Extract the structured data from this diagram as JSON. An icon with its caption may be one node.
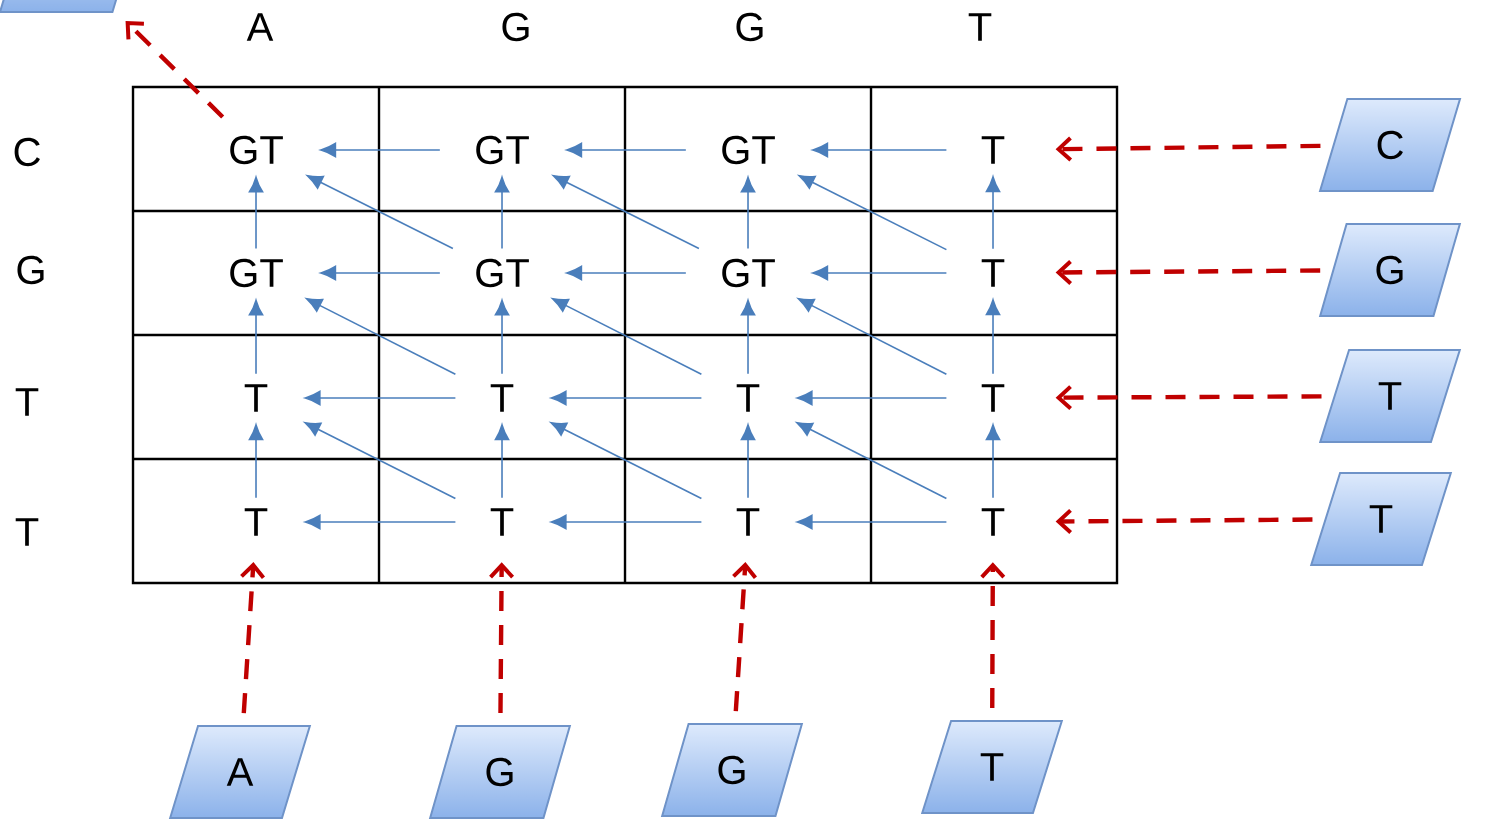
{
  "diagram": {
    "nodes": [
      {
        "text": [],
        "shape": "parallelogram"
      },
      {
        "text": [
          "C"
        ]
      },
      {
        "text": [
          "G"
        ]
      },
      {
        "text": [
          "T"
        ]
      },
      {
        "text": [
          "T"
        ]
      },
      {
        "text": [
          "A"
        ]
      },
      {
        "text": [
          "G"
        ]
      },
      {
        "text": [
          "G"
        ]
      },
      {
        "text": [
          "T"
        ]
      },
      {
        "text": [
          "GT"
        ]
      },
      {
        "text": [
          "GT"
        ]
      },
      {
        "text": [
          "GT"
        ]
      },
      {
        "text": [
          "T"
        ]
      },
      {
        "text": [
          "GT"
        ]
      },
      {
        "text": [
          "GT"
        ]
      },
      {
        "text": [
          "GT"
        ]
      },
      {
        "text": [
          "T"
        ]
      },
      {
        "text": [
          "T"
        ]
      },
      {
        "text": [
          "T"
        ]
      },
      {
        "text": [
          "T"
        ]
      },
      {
        "text": [
          "T"
        ]
      },
      {
        "text": [
          "T"
        ]
      },
      {
        "text": [
          "T"
        ]
      },
      {
        "text": [
          "T"
        ]
      },
      {
        "text": [
          "T"
        ]
      }
    ],
    "edges": [
      {
        "from": 9,
        "to": 0,
        "arrow": "to",
        "style": "dashed",
        "color": "#c00000"
      },
      {
        "from": 1,
        "to": 12,
        "arrow": "to",
        "style": "dashed",
        "color": "#c00000"
      },
      {
        "from": 2,
        "to": 16,
        "arrow": "to",
        "style": "dashed",
        "color": "#c00000"
      },
      {
        "from": 3,
        "to": 20,
        "arrow": "to",
        "style": "dashed",
        "color": "#c00000"
      },
      {
        "from": 4,
        "to": 24,
        "arrow": "to",
        "style": "dashed",
        "color": "#c00000"
      },
      {
        "from": 5,
        "to": 21,
        "arrow": "to",
        "style": "dashed",
        "color": "#c00000"
      },
      {
        "from": 6,
        "to": 22,
        "arrow": "to",
        "style": "dashed",
        "color": "#c00000"
      },
      {
        "from": 7,
        "to": 23,
        "arrow": "to",
        "style": "dashed",
        "color": "#c00000"
      },
      {
        "from": 8,
        "to": 24,
        "arrow": "to",
        "style": "dashed",
        "color": "#c00000"
      },
      {
        "from": 10,
        "to": 9,
        "arrow": "to"
      },
      {
        "from": 11,
        "to": 10,
        "arrow": "to"
      },
      {
        "from": 12,
        "to": 11,
        "arrow": "to"
      },
      {
        "from": 14,
        "to": 13,
        "arrow": "to"
      },
      {
        "from": 15,
        "to": 14,
        "arrow": "to"
      },
      {
        "from": 16,
        "to": 15,
        "arrow": "to"
      },
      {
        "from": 18,
        "to": 17,
        "arrow": "to"
      },
      {
        "from": 19,
        "to": 18,
        "arrow": "to"
      },
      {
        "from": 20,
        "to": 19,
        "arrow": "to"
      },
      {
        "from": 22,
        "to": 21,
        "arrow": "to"
      },
      {
        "from": 23,
        "to": 22,
        "arrow": "to"
      },
      {
        "from": 24,
        "to": 23,
        "arrow": "to"
      },
      {
        "from": 13,
        "to": 9,
        "arrow": "to"
      },
      {
        "from": 14,
        "to": 10,
        "arrow": "to"
      },
      {
        "from": 15,
        "to": 11,
        "arrow": "to"
      },
      {
        "from": 16,
        "to": 12,
        "arrow": "to"
      },
      {
        "from": 17,
        "to": 13,
        "arrow": "to"
      },
      {
        "from": 18,
        "to": 14,
        "arrow": "to"
      },
      {
        "from": 19,
        "to": 15,
        "arrow": "to"
      },
      {
        "from": 20,
        "to": 16,
        "arrow": "to"
      },
      {
        "from": 21,
        "to": 17,
        "arrow": "to"
      },
      {
        "from": 22,
        "to": 18,
        "arrow": "to"
      },
      {
        "from": 23,
        "to": 19,
        "arrow": "to"
      },
      {
        "from": 24,
        "to": 20,
        "arrow": "to"
      },
      {
        "from": 14,
        "to": 9,
        "arrow": "to"
      },
      {
        "from": 15,
        "to": 10,
        "arrow": "to"
      },
      {
        "from": 16,
        "to": 11,
        "arrow": "to"
      },
      {
        "from": 18,
        "to": 13,
        "arrow": "to"
      },
      {
        "from": 19,
        "to": 14,
        "arrow": "to"
      },
      {
        "from": 20,
        "to": 15,
        "arrow": "to"
      },
      {
        "from": 22,
        "to": 17,
        "arrow": "to"
      },
      {
        "from": 23,
        "to": 18,
        "arrow": "to"
      },
      {
        "from": 24,
        "to": 19,
        "arrow": "to"
      }
    ],
    "labels": [
      "A",
      "G",
      "G",
      "T",
      "C",
      "G",
      "T",
      "T"
    ]
  }
}
